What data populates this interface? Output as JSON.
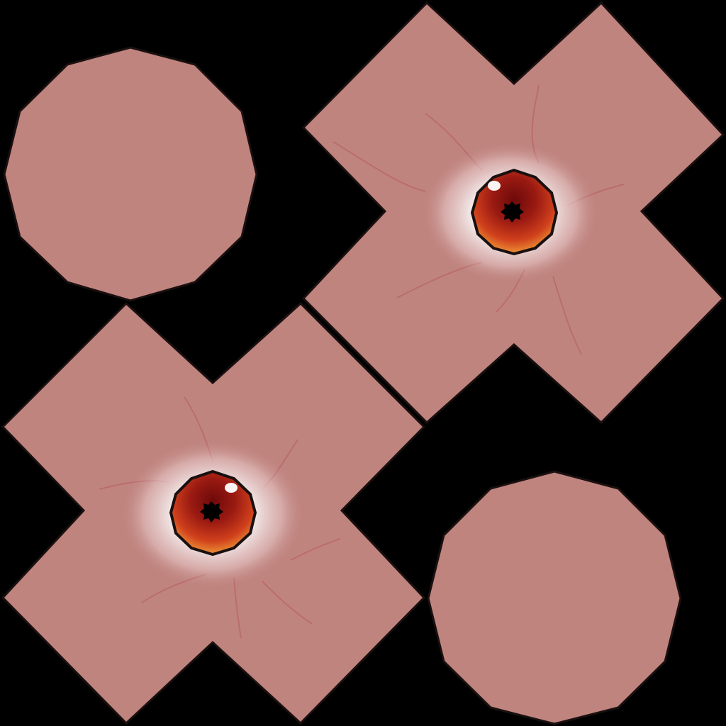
{
  "texture": {
    "background_color": "#000000",
    "skin_color": "#c0847f",
    "skin_shadow_color": "#b67874",
    "outline_color": "#1a1010",
    "vein_color": "#b4505a",
    "sclera_color": "#f4eded",
    "iris_outer_color": "#7a0e0e",
    "iris_mid_color": "#c8341a",
    "iris_inner_color": "#f2a23a",
    "pupil_color": "#000000",
    "highlight_color": "#ffffff",
    "pieces": [
      {
        "kind": "dodecagon-patch",
        "has_eye": false
      },
      {
        "kind": "cross-patch",
        "has_eye": true
      },
      {
        "kind": "cross-patch",
        "has_eye": true
      },
      {
        "kind": "dodecagon-patch",
        "has_eye": false
      }
    ]
  }
}
